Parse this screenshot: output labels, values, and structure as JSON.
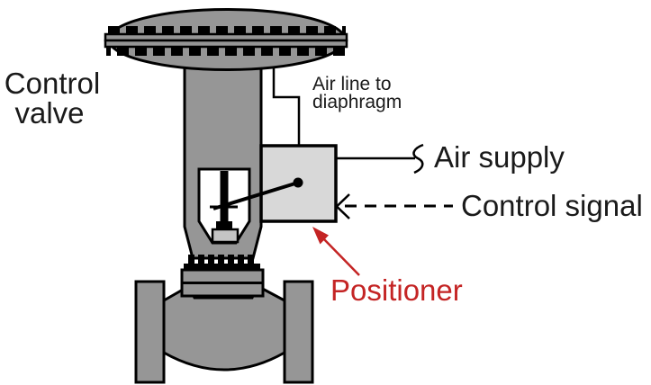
{
  "diagram": {
    "valve_label_line1": "Control",
    "valve_label_line2": "valve",
    "air_line_label_line1": "Air line to",
    "air_line_label_line2": "diaphragm",
    "air_supply_label": "Air supply",
    "control_signal_label": "Control signal",
    "positioner_label": "Positioner"
  },
  "colors": {
    "background": "#ffffff",
    "metal_gray": "#969696",
    "positioner_fill": "#d8d8d8",
    "connector_block_fill": "#c4c4c4",
    "window_fill": "#ffffff",
    "outline": "#000000",
    "label_text": "#1a1a1a",
    "accent_red": "#c42424"
  }
}
